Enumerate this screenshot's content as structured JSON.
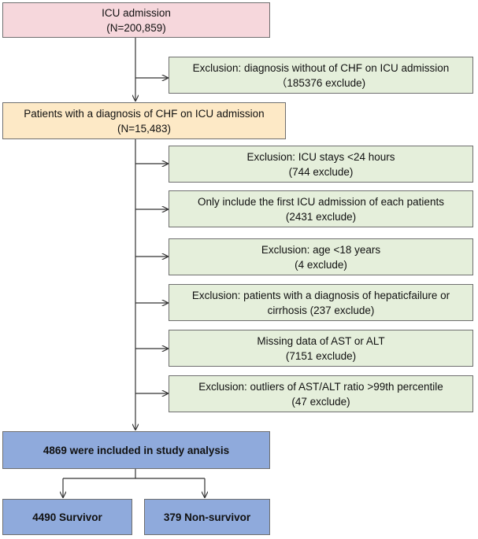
{
  "nodes": {
    "admission": {
      "line1": "ICU admission",
      "line2": "(N=200,859)"
    },
    "ex_chf": {
      "line1": "Exclusion: diagnosis without of CHF on ICU admission",
      "line2": "（185376 exclude)"
    },
    "chf": {
      "line1": "Patients with a diagnosis of CHF on ICU admission",
      "line2": "(N=15,483)"
    },
    "ex_stay": {
      "line1": "Exclusion: ICU stays <24 hours",
      "line2": "(744 exclude)"
    },
    "ex_first": {
      "line1": "Only include the first ICU admission of each patients",
      "line2": "(2431 exclude)"
    },
    "ex_age": {
      "line1": "Exclusion: age <18 years",
      "line2": "(4 exclude)"
    },
    "ex_hepatic": {
      "line1": "Exclusion: patients with a diagnosis of hepaticfailure or",
      "line2": "cirrhosis  (237 exclude)"
    },
    "ex_missing": {
      "line1": "Missing data of AST or ALT",
      "line2": "(7151 exclude)"
    },
    "ex_outlier": {
      "line1": "Exclusion: outliers of AST/ALT ratio >99th percentile",
      "line2": "(47 exclude)"
    },
    "included": {
      "line1": "4869 were included in study analysis"
    },
    "survivor": {
      "line1": "4490 Survivor"
    },
    "nonsurvivor": {
      "line1": "379 Non-survivor"
    }
  },
  "colors": {
    "start": "#f6d7dc",
    "cohort": "#fde9c6",
    "exclusion": "#e5efdb",
    "outcome": "#8faadc",
    "line": "#333333"
  }
}
